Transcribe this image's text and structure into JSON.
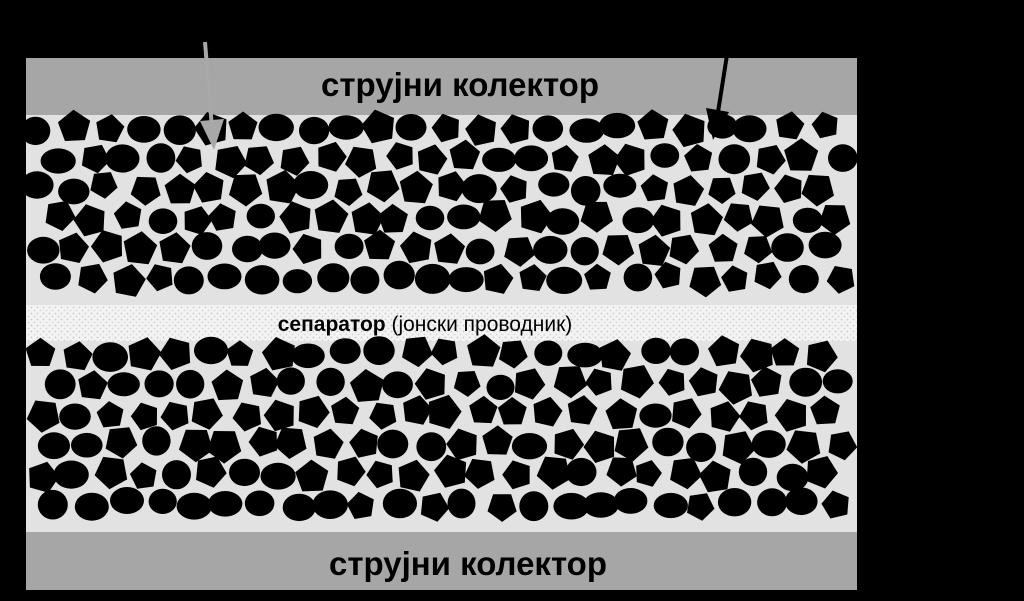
{
  "diagram": {
    "top_collector_label": "струјни колектор",
    "bottom_collector_label": "струјни колектор",
    "separator_label_bold": "сепаратор",
    "separator_label_rest": " (јонски проводник)"
  },
  "colors": {
    "background": "#000000",
    "collector": "#a6a6a6",
    "electrode_matrix": "#e2e2e2",
    "particle": "#000000",
    "separator": "#f2f2f2",
    "arrow_left": "#a8a8a8",
    "arrow_right": "#000000"
  },
  "icons": [
    "arrow-down-icon",
    "arrow-down-icon"
  ]
}
